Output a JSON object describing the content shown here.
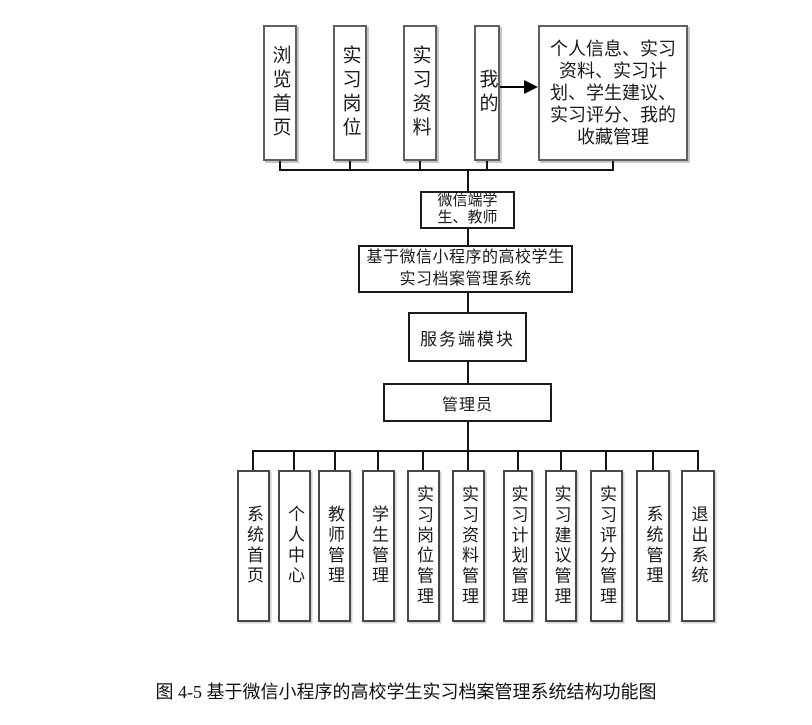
{
  "figure": {
    "caption": "图 4-5 基于微信小程序的高校学生实习档案管理系统结构功能图"
  },
  "wechat_side": {
    "modules": [
      {
        "label": "浏览首页"
      },
      {
        "label": "实习岗位"
      },
      {
        "label": "实习资料"
      },
      {
        "label": "我的"
      }
    ],
    "my_features": "个人信息、实习资料、实习计划、学生建议、实习评分、我的收藏管理",
    "users": "微信端学生、教师"
  },
  "system": {
    "title": "基于微信小程序的高校学生实习档案管理系统",
    "server_module": "服务端模块",
    "admin_role": "管理员"
  },
  "admin_side": {
    "modules": [
      {
        "label": "系统首页"
      },
      {
        "label": "个人中心"
      },
      {
        "label": "教师管理"
      },
      {
        "label": "学生管理"
      },
      {
        "label": "实习岗位管理"
      },
      {
        "label": "实习资料管理"
      },
      {
        "label": "实习计划管理"
      },
      {
        "label": "实习建议管理"
      },
      {
        "label": "实习评分管理"
      },
      {
        "label": "系统管理"
      },
      {
        "label": "退出系统"
      }
    ]
  },
  "colors": {
    "background": "#ffffff",
    "box_fill": "#ffffff",
    "outer_box_border": "#5f5f5f",
    "main_box_border": "#1c1c1c",
    "leaf_box_border": "#474747",
    "connector_line": "#141414",
    "arrow": "#000000",
    "text": "#1a1a1a"
  }
}
